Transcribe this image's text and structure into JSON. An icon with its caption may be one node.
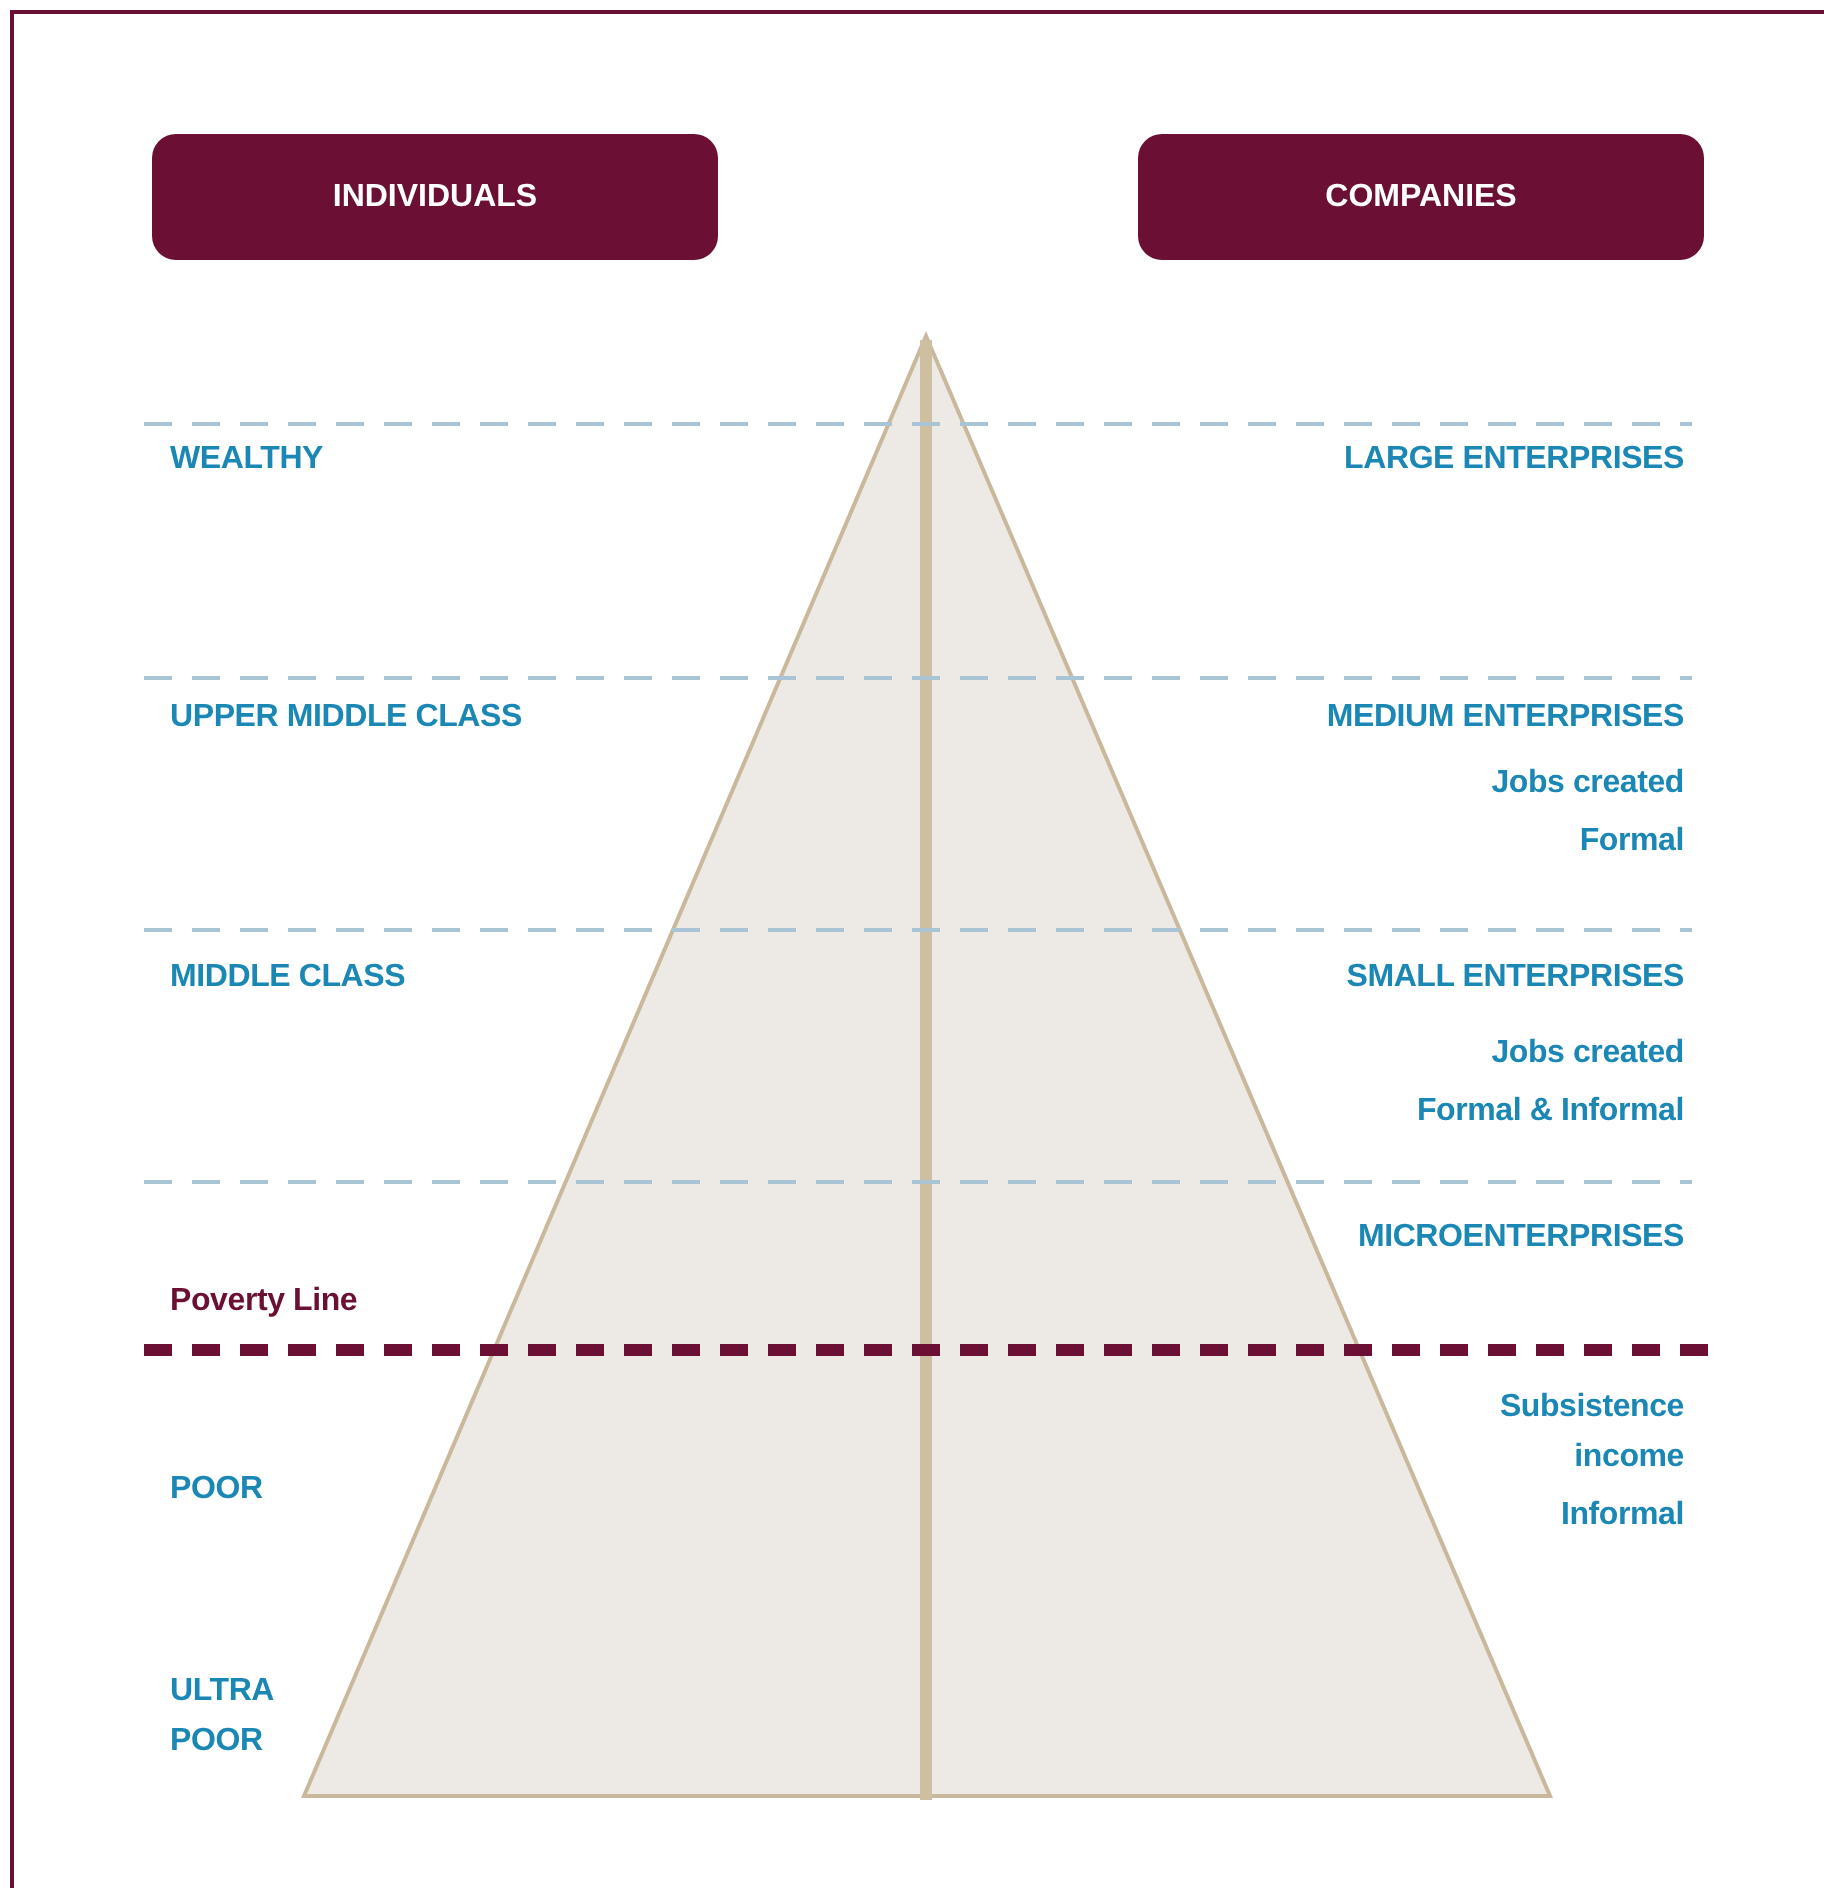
{
  "diagram": {
    "nodes": [
      {
        "text": [
          "INDIVIDUALS"
        ]
      },
      {
        "text": [
          "COMPANIES"
        ]
      }
    ],
    "labels": [
      "WEALTHY",
      "LARGE ENTERPRISES",
      "UPPER MIDDLE CLASS",
      "MEDIUM ENTERPRISES",
      "Jobs created",
      "Formal",
      "MIDDLE CLASS",
      "SMALL ENTERPRISES",
      "Jobs created",
      "Formal & Informal",
      "MICROENTERPRISES",
      "Poverty Line",
      "Subsistence income",
      "POOR",
      "Informal",
      "ULTRA POOR"
    ]
  }
}
